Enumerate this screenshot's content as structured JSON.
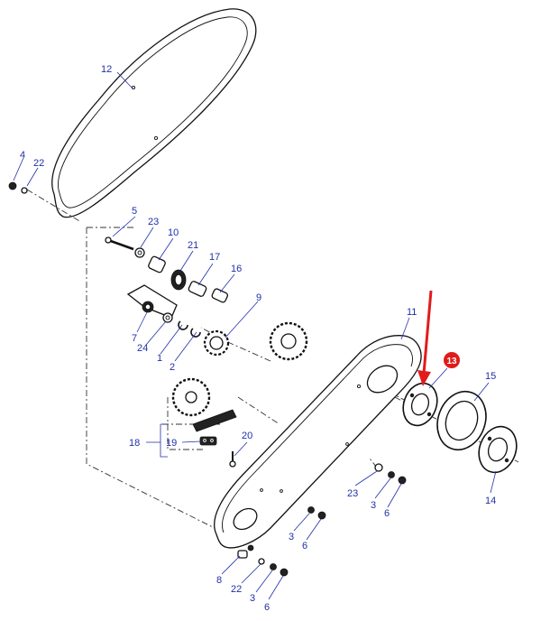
{
  "callouts": {
    "c1": "1",
    "c2": "2",
    "c3a": "3",
    "c3b": "3",
    "c3c": "3",
    "c4": "4",
    "c5": "5",
    "c6a": "6",
    "c6b": "6",
    "c6c": "6",
    "c7": "7",
    "c8": "8",
    "c9": "9",
    "c10": "10",
    "c11": "11",
    "c12": "12",
    "c13": "13",
    "c14": "14",
    "c15": "15",
    "c16": "16",
    "c17": "17",
    "c18": "18",
    "c19": "19",
    "c20": "20",
    "c21": "21",
    "c22a": "22",
    "c22b": "22",
    "c23a": "23",
    "c23b": "23",
    "c24": "24"
  },
  "colors": {
    "callout_text": "#1f2fa8",
    "highlight": "#e11b1b",
    "line_art": "#111111"
  },
  "highlighted_part": "13"
}
